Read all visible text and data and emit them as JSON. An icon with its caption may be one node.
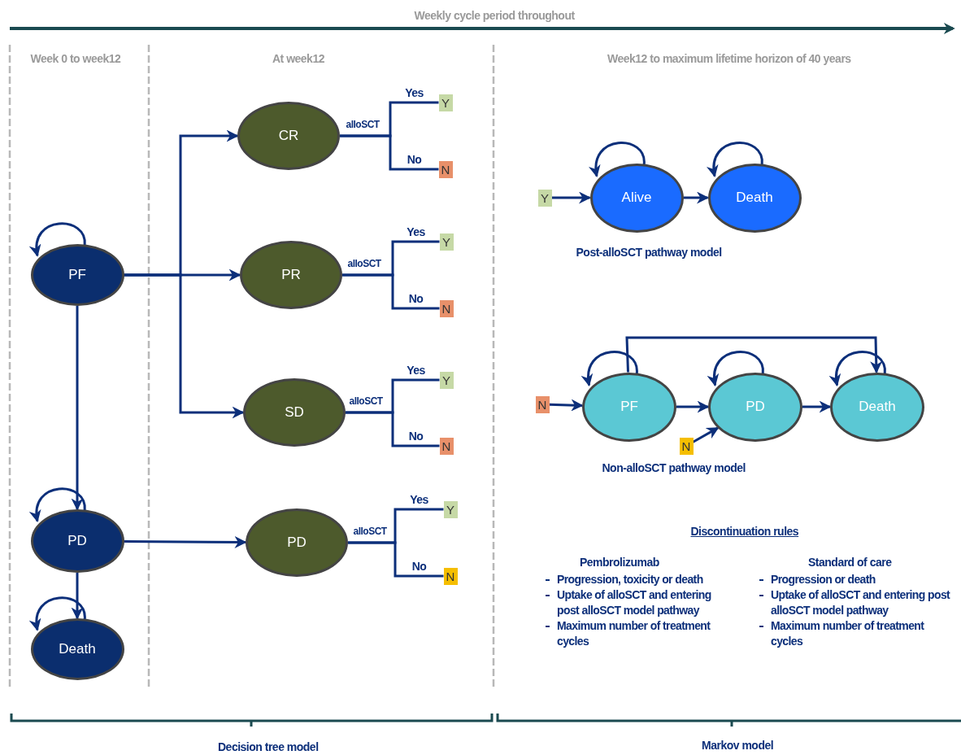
{
  "diagram": {
    "nodes": [
      {
        "text": [
          "PF"
        ]
      },
      {
        "text": [
          "PD"
        ]
      },
      {
        "text": [
          "Death"
        ]
      },
      {
        "text": [
          "CR"
        ]
      },
      {
        "text": [
          "PR"
        ]
      },
      {
        "text": [
          "SD"
        ]
      },
      {
        "text": [
          "PD"
        ]
      },
      {
        "text": [
          "Y"
        ]
      },
      {
        "text": [
          "N"
        ]
      },
      {
        "text": [
          "Y"
        ]
      },
      {
        "text": [
          "N"
        ]
      },
      {
        "text": [
          "Y"
        ]
      },
      {
        "text": [
          "N"
        ]
      },
      {
        "text": [
          "Y"
        ]
      },
      {
        "text": [
          "N"
        ]
      },
      {
        "text": [
          "Y"
        ]
      },
      {
        "text": [
          "Alive"
        ]
      },
      {
        "text": [
          "Death"
        ]
      },
      {
        "text": [
          "N"
        ]
      },
      {
        "text": [
          "PF"
        ]
      },
      {
        "text": [
          "PD"
        ]
      },
      {
        "text": [
          "Death"
        ]
      },
      {
        "text": [
          "N"
        ]
      }
    ],
    "edges": [
      {
        "from": 0,
        "to": 0,
        "arrow": "to"
      },
      {
        "from": 1,
        "to": 1,
        "arrow": "to"
      },
      {
        "from": 2,
        "to": 2,
        "arrow": "to"
      },
      {
        "from": 0,
        "to": 3,
        "arrow": "to"
      },
      {
        "from": 0,
        "to": 4,
        "arrow": "to"
      },
      {
        "from": 0,
        "to": 5,
        "arrow": "to"
      },
      {
        "from": 0,
        "to": 1,
        "arrow": "to"
      },
      {
        "from": 1,
        "to": 6,
        "arrow": "to"
      },
      {
        "from": 1,
        "to": 2,
        "arrow": "to"
      },
      {
        "from": 3,
        "to": 7,
        "label": "Yes",
        "arrow": "none"
      },
      {
        "from": 3,
        "to": 8,
        "label": "No",
        "arrow": "none"
      },
      {
        "from": 4,
        "to": 9,
        "label": "Yes",
        "arrow": "none"
      },
      {
        "from": 4,
        "to": 10,
        "label": "No",
        "arrow": "none"
      },
      {
        "from": 5,
        "to": 11,
        "label": "Yes",
        "arrow": "none"
      },
      {
        "from": 5,
        "to": 12,
        "label": "No",
        "arrow": "none"
      },
      {
        "from": 6,
        "to": 13,
        "label": "Yes",
        "arrow": "none"
      },
      {
        "from": 6,
        "to": 14,
        "label": "No",
        "arrow": "none"
      },
      {
        "from": 16,
        "to": 16,
        "arrow": "to"
      },
      {
        "from": 17,
        "to": 17,
        "arrow": "to"
      },
      {
        "from": 15,
        "to": 16,
        "arrow": "to"
      },
      {
        "from": 16,
        "to": 17,
        "arrow": "to"
      },
      {
        "from": 19,
        "to": 19,
        "arrow": "to"
      },
      {
        "from": 20,
        "to": 20,
        "arrow": "to"
      },
      {
        "from": 21,
        "to": 21,
        "arrow": "to"
      },
      {
        "from": 18,
        "to": 19,
        "arrow": "to"
      },
      {
        "from": 19,
        "to": 20,
        "arrow": "to"
      },
      {
        "from": 20,
        "to": 21,
        "arrow": "to"
      },
      {
        "from": 19,
        "to": 21,
        "arrow": "to"
      },
      {
        "from": 22,
        "to": 20,
        "arrow": "to"
      }
    ],
    "labels": [
      "Weekly cycle period throughout",
      "Week 0 to week12",
      "At week12",
      "Week12 to maximum lifetime horizon of 40 years",
      "alloSCT",
      "alloSCT",
      "alloSCT",
      "alloSCT",
      "Post-alloSCT pathway model",
      "Non-alloSCT pathway model",
      "Discontinuation rules",
      "Pembrolizumab",
      "Progression, toxicity or death",
      "Uptake of alloSCT and entering post alloSCT model pathway",
      "Maximum number of treatment cycles",
      "Standard of care",
      "Progression or death",
      "Uptake of alloSCT and entering post alloSCT model pathway",
      "Maximum number of treatment cycles",
      "Decision tree model",
      "Markov model"
    ]
  }
}
